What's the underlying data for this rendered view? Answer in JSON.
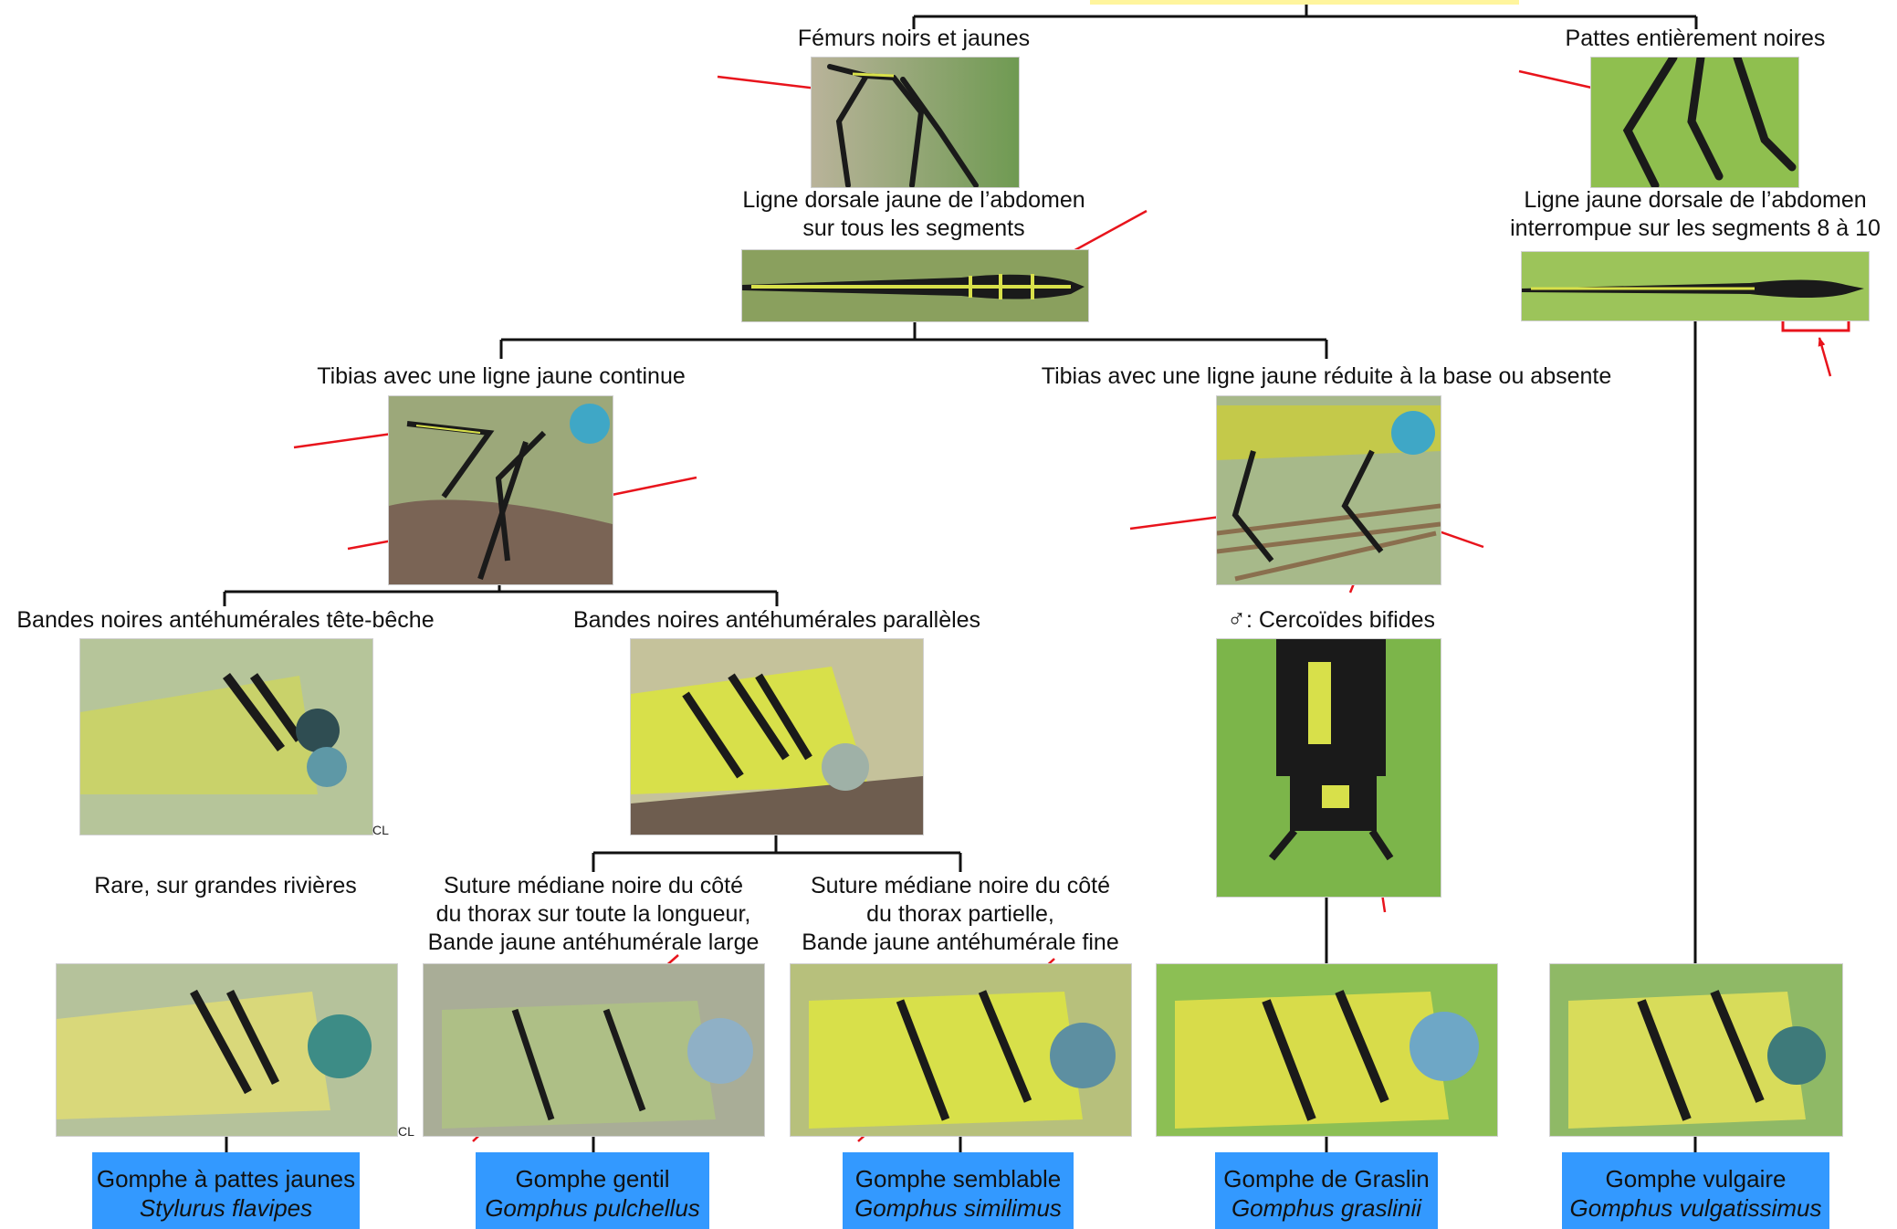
{
  "criteria": {
    "legs_black_yellow": "Fémurs noirs et jaunes",
    "legs_all_black": "Pattes entièrement noires",
    "dorsal_line_all_l1": "Ligne dorsale jaune de l’abdomen",
    "dorsal_line_all_l2": "sur tous les segments",
    "dorsal_line_interrupted_l1": "Ligne jaune dorsale de l’abdomen",
    "dorsal_line_interrupted_l2": "interrompue sur les segments 8 à 10",
    "tibia_continuous": "Tibias avec une ligne jaune continue",
    "tibia_reduced": "Tibias avec une ligne jaune réduite à la base ou absente",
    "bands_headtotail": "Bandes noires antéhumérales tête-bêche",
    "bands_parallel": "Bandes noires antéhumérales parallèles",
    "male_symbol": "♂",
    "cercoids": ": Cercoïdes bifides",
    "rare_rivers": "Rare, sur grandes rivières",
    "suture_full_l1": "Suture médiane noire du côté",
    "suture_full_l2": "du thorax sur toute la longueur,",
    "suture_full_l3": "Bande jaune antéhumérale large",
    "suture_partial_l1": "Suture médiane noire du côté",
    "suture_partial_l2": "du thorax partielle,",
    "suture_partial_l3": "Bande jaune antéhumérale fine"
  },
  "credits": {
    "bands_photo": "CL",
    "flavipes_photo": "CL"
  },
  "species": [
    {
      "common": "Gomphe à pattes jaunes",
      "latin": "Stylurus flavipes"
    },
    {
      "common": "Gomphe gentil",
      "latin": "Gomphus pulchellus"
    },
    {
      "common": "Gomphe semblable",
      "latin": "Gomphus similimus"
    },
    {
      "common": "Gomphe de Graslin",
      "latin": "Gomphus graslinii"
    },
    {
      "common": "Gomphe vulgaire",
      "latin": "Gomphus vulgatissimus"
    }
  ],
  "colors": {
    "species_box": "#3399ff",
    "top_box": "#fff59d",
    "arrow": "#e8141c",
    "tree_line": "#111111",
    "dragonfly_yellow": "#d8e04a",
    "dragonfly_black": "#1a1a1a"
  }
}
